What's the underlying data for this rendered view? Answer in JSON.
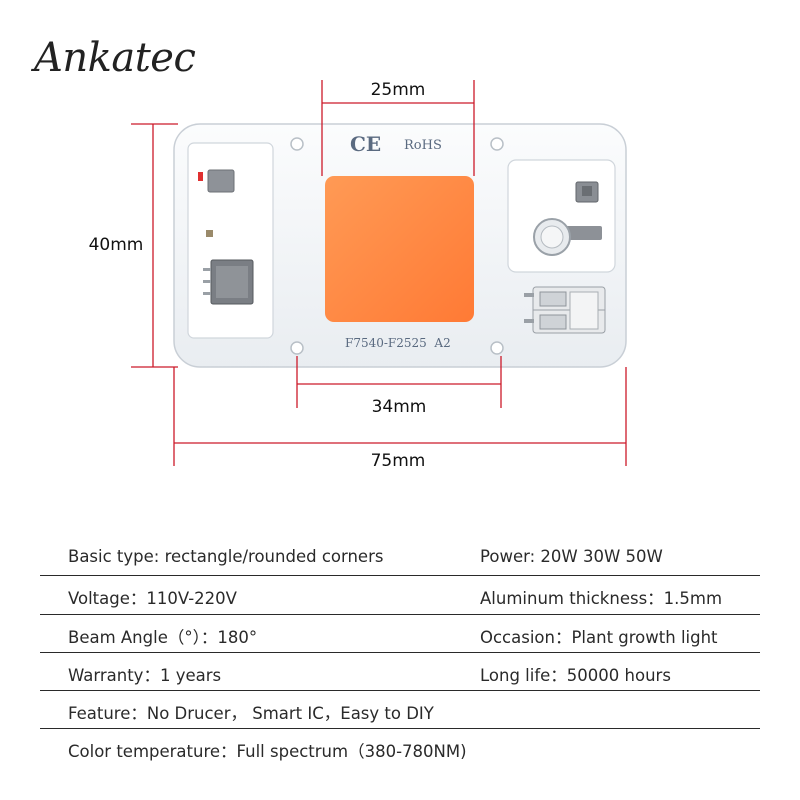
{
  "brand": {
    "logo_text": "Ankatec"
  },
  "board": {
    "ce_mark": "CE",
    "rohs_mark": "RoHS",
    "model_text": "F7540-F2525  A2",
    "led_color": "#ff8a45",
    "board_color": "#f4f6f8",
    "dimension_color": "#cc1a2a"
  },
  "dimensions": {
    "top": "25mm",
    "left": "40mm",
    "mid": "34mm",
    "bottom": "75mm"
  },
  "specs": {
    "rows": [
      {
        "left": "Basic type: rectangle/rounded corners",
        "right": "Power:  20W  30W  50W"
      },
      {
        "left": "Voltage：110V-220V",
        "right": "Aluminum thickness：1.5mm"
      },
      {
        "left": "Beam Angle（°）：180°",
        "right": "Occasion：Plant growth light"
      },
      {
        "left": "Warranty：1 years",
        "right": "Long life：50000 hours"
      },
      {
        "left": "Feature：No Drucer，  Smart IC，Easy to DIY",
        "right": ""
      },
      {
        "left": "Color temperature：Full spectrum（380-780NM)",
        "right": ""
      }
    ]
  }
}
